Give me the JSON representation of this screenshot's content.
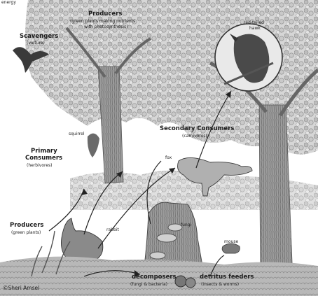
{
  "diagram": {
    "corner_text": "energy",
    "producers_top": {
      "title": "Producers",
      "subtitle_1": "(green plants making nutrients",
      "subtitle_2": "with photosynthesis)"
    },
    "scavengers": {
      "title": "Scavengers",
      "subtitle": "(vulture)"
    },
    "hawk": {
      "line_1": "red-tailed",
      "line_2": "hawk"
    },
    "squirrel": "squirrel",
    "secondary": {
      "title": "Secondary Consumers",
      "subtitle": "(carnivores)"
    },
    "primary": {
      "line_1": "Primary",
      "line_2": "Consumers",
      "line_3": "(herbivores)"
    },
    "fox": "fox",
    "producers_bottom": {
      "title": "Producers",
      "subtitle": "(green plants)"
    },
    "rabbit": "rabbit",
    "fungi": "fungi",
    "mouse": "mouse",
    "decomposers": {
      "title": "decomposers",
      "subtitle": "(fungi & bacteria)"
    },
    "detritus": {
      "title": "detritus feeders",
      "subtitle": "(insects & worms)"
    },
    "credit": "©Sheri Amsel"
  }
}
